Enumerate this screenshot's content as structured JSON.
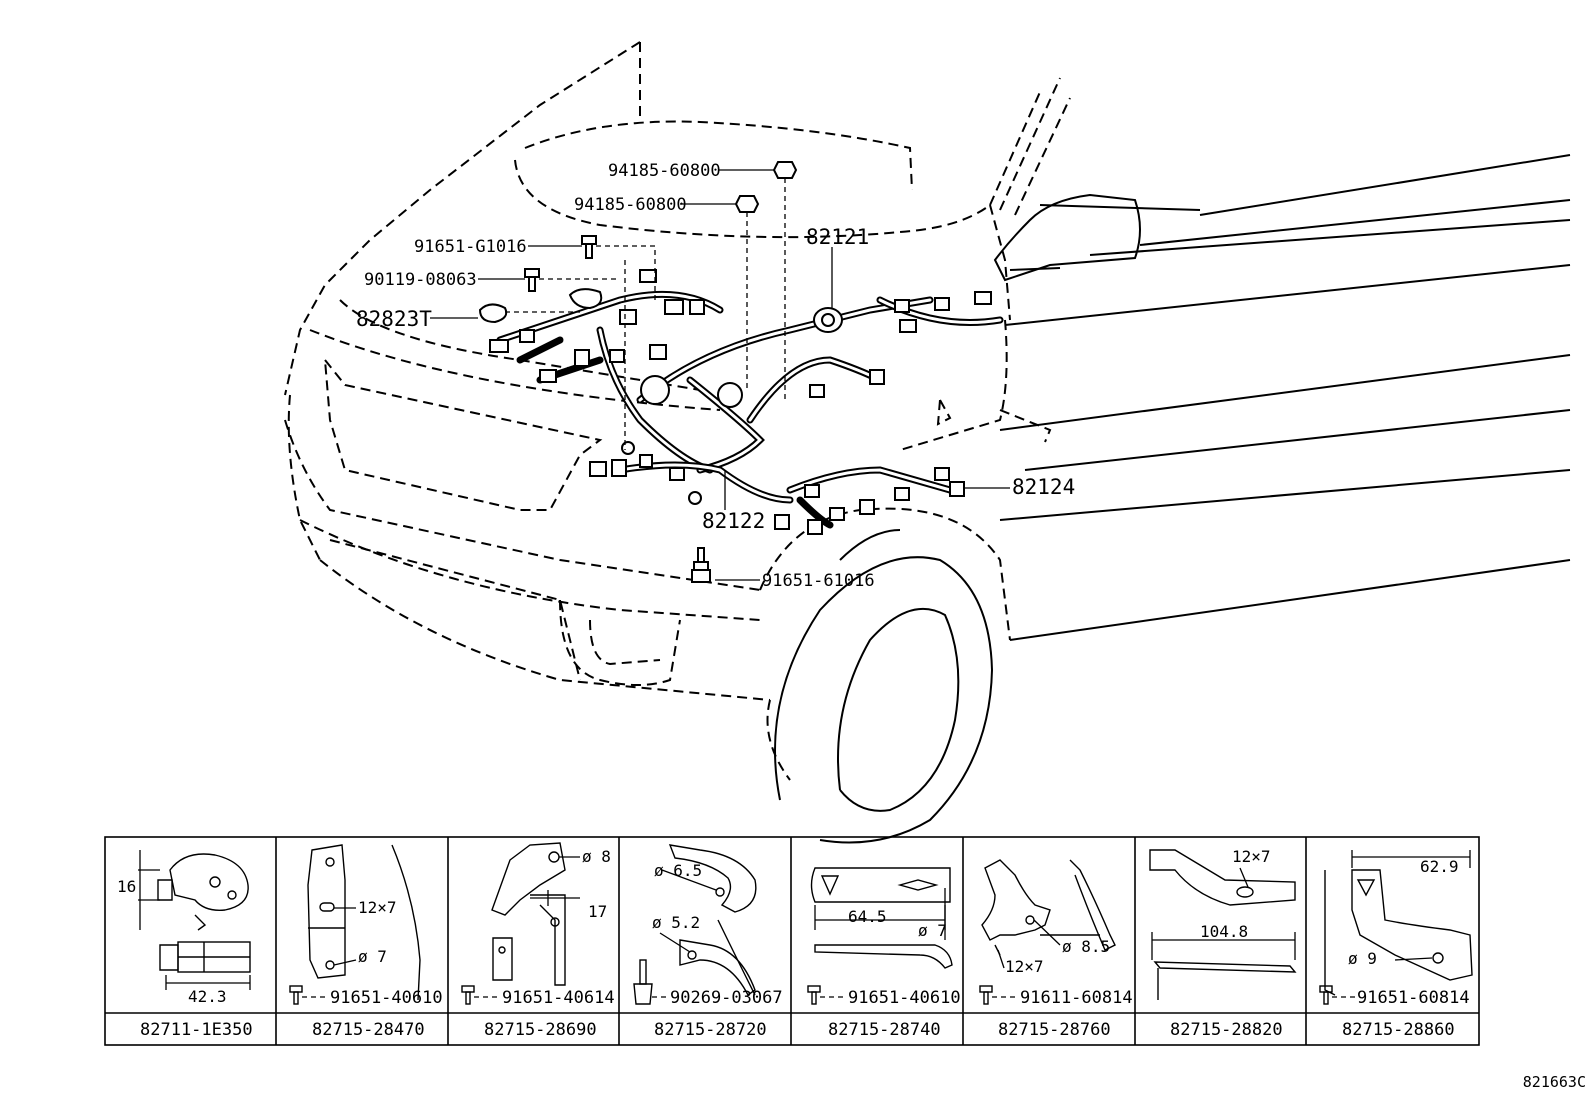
{
  "callouts": {
    "nut_1": "94185-60800",
    "nut_2": "94185-60800",
    "bolt_g1016": "91651-G1016",
    "bolt_08063": "90119-08063",
    "clamp_82823t": "82823T",
    "harness_82121": "82121",
    "harness_82124": "82124",
    "harness_82122": "82122",
    "bolt_61016": "91651-61016"
  },
  "parts_table": [
    {
      "part_no": "82711-1E350",
      "dims": [
        "16",
        "42.3"
      ],
      "fastener": ""
    },
    {
      "part_no": "82715-28470",
      "dims": [
        "12×7",
        "ø 7"
      ],
      "fastener": "91651-40610"
    },
    {
      "part_no": "82715-28690",
      "dims": [
        "ø 8",
        "17"
      ],
      "fastener": "91651-40614"
    },
    {
      "part_no": "82715-28720",
      "dims": [
        "ø 6.5",
        "ø 5.2"
      ],
      "fastener": "90269-03067"
    },
    {
      "part_no": "82715-28740",
      "dims": [
        "64.5",
        "ø 7"
      ],
      "fastener": "91651-40610"
    },
    {
      "part_no": "82715-28760",
      "dims": [
        "ø 8.5",
        "12×7"
      ],
      "fastener": "91611-60814"
    },
    {
      "part_no": "82715-28820",
      "dims": [
        "12×7",
        "104.8"
      ],
      "fastener": ""
    },
    {
      "part_no": "82715-28860",
      "dims": [
        "62.9",
        "ø 9"
      ],
      "fastener": "91651-60814"
    }
  ],
  "reference_code": "821663C"
}
